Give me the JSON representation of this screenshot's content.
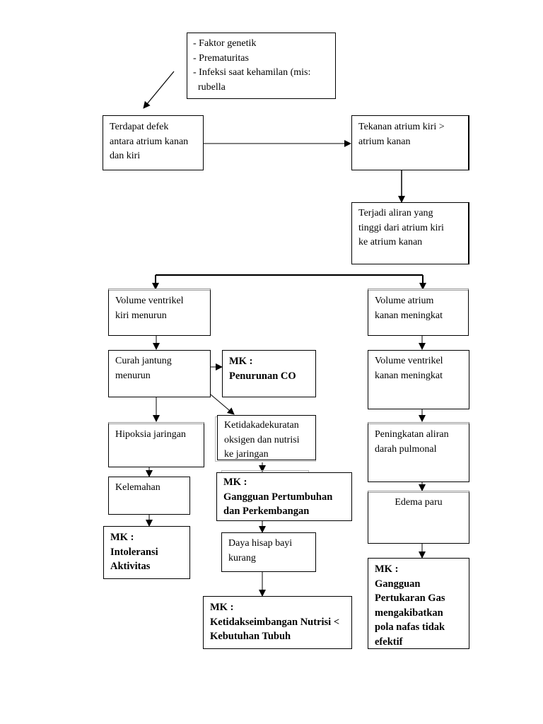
{
  "diagram": {
    "nodes": {
      "factors": {
        "lines": [
          "- Faktor genetik",
          "- Prematuritas",
          "- Infeksi saat kehamilan (mis:",
          "  rubella"
        ]
      },
      "defect": {
        "lines": [
          "Terdapat defek",
          "antara atrium kanan",
          "dan kiri"
        ]
      },
      "pressure": {
        "lines": [
          "Tekanan atrium kiri >",
          "atrium kanan"
        ]
      },
      "high_flow": {
        "lines": [
          "Terjadi aliran yang",
          "tinggi dari atrium kiri",
          "ke atrium kanan"
        ]
      },
      "lv_volume": {
        "lines": [
          "Volume ventrikel",
          "kiri menurun"
        ]
      },
      "ra_volume": {
        "lines": [
          "Volume atrium",
          "kanan meningkat"
        ]
      },
      "cardiac_output": {
        "lines": [
          "Curah jantung",
          "menurun"
        ]
      },
      "mk_co": {
        "lines": [
          "MK :",
          "Penurunan CO"
        ]
      },
      "rv_volume": {
        "lines": [
          "Volume ventrikel",
          "kanan meningkat"
        ]
      },
      "hypoxia": {
        "lines": [
          "Hipoksia jaringan"
        ]
      },
      "oxygen_inadequacy": {
        "lines": [
          "Ketidakadekuratan",
          "oksigen dan nutrisi",
          "ke jaringan"
        ]
      },
      "pulmonary_flow": {
        "lines": [
          "Peningkatan aliran",
          "darah pulmonal"
        ]
      },
      "weakness": {
        "lines": [
          "Kelemahan"
        ]
      },
      "mk_growth": {
        "lines": [
          "MK :",
          "Gangguan Pertumbuhan",
          "dan Perkembangan"
        ]
      },
      "lung_edema": {
        "lines": [
          "Edema paru"
        ]
      },
      "mk_activity": {
        "lines": [
          "MK :",
          "Intoleransi",
          "Aktivitas"
        ]
      },
      "suck_power": {
        "lines": [
          "Daya hisap bayi",
          "kurang"
        ]
      },
      "mk_nutrition": {
        "lines": [
          "MK :",
          "Ketidakseimbangan Nutrisi <",
          "Kebutuhan Tubuh"
        ]
      },
      "mk_gas": {
        "lines": [
          "MK :",
          "Gangguan",
          "Pertukaran Gas",
          "mengakibatkan",
          "pola nafas tidak",
          "efektif"
        ]
      }
    }
  }
}
